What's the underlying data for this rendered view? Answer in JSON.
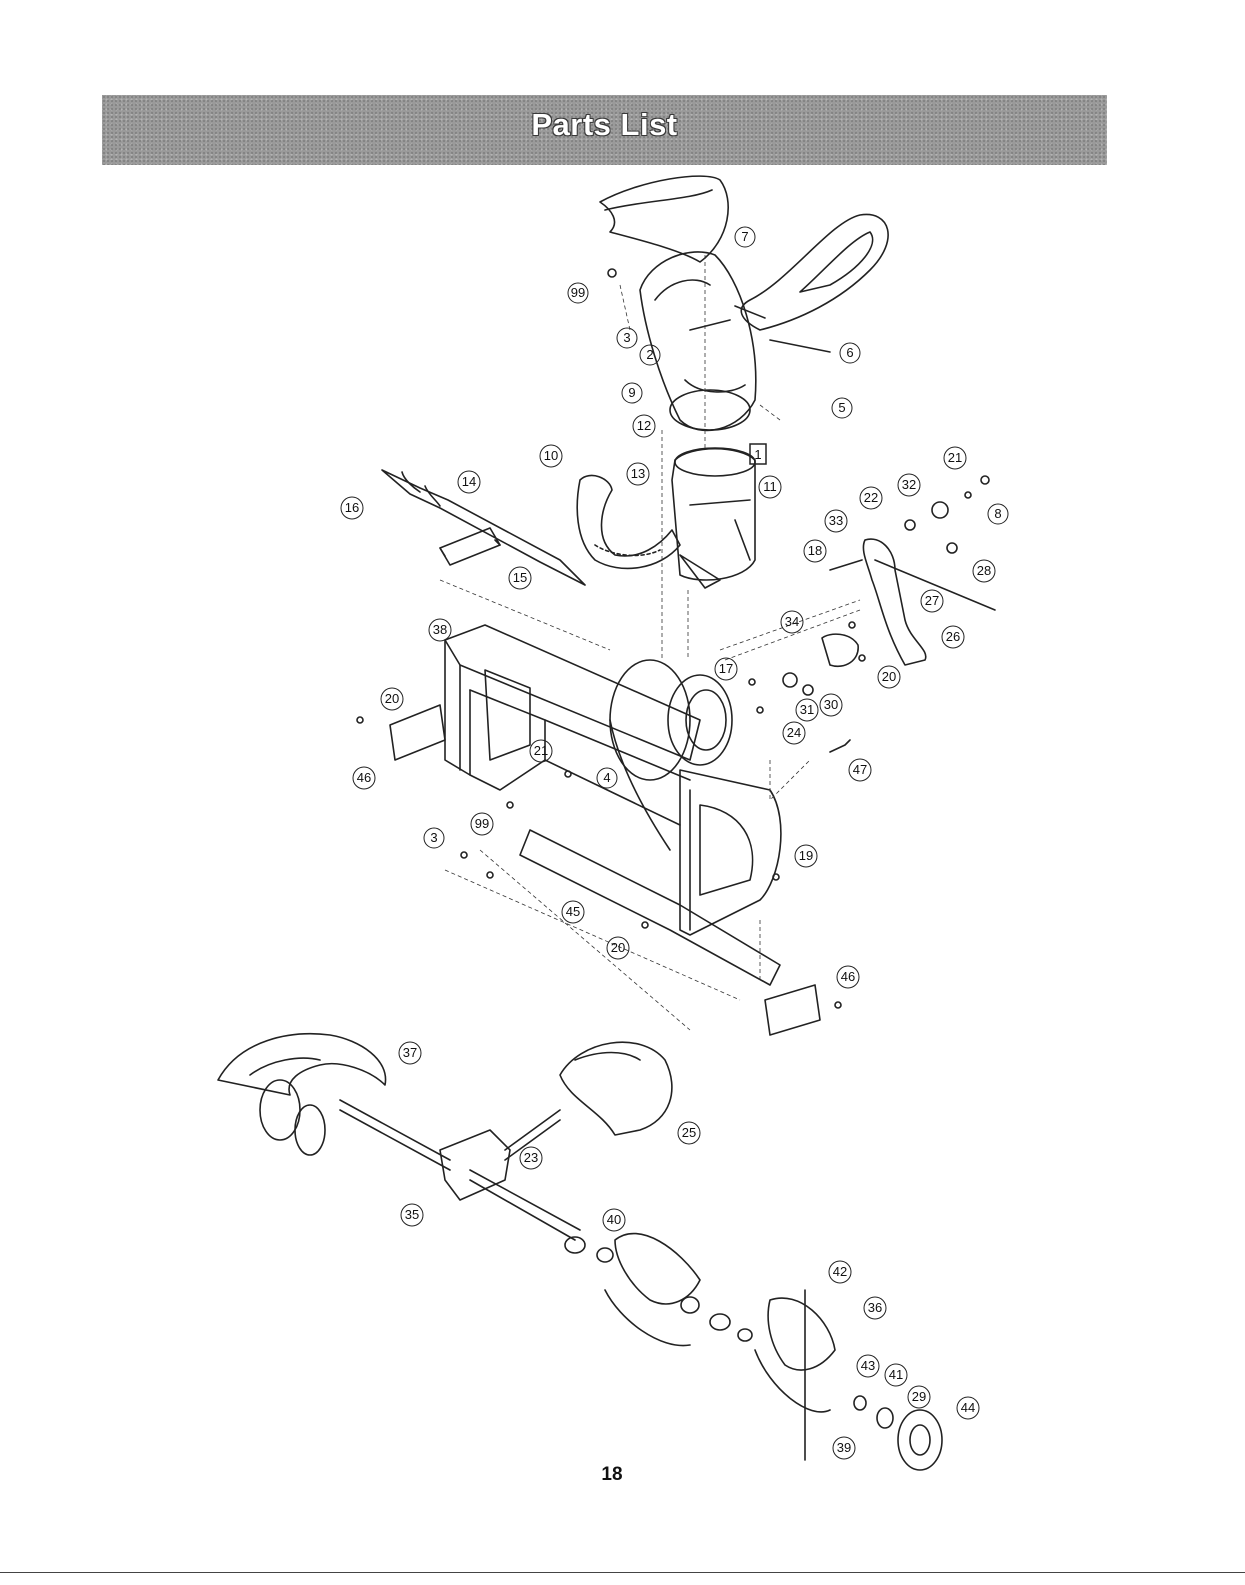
{
  "header": {
    "title": "Parts List"
  },
  "page": {
    "number": "18"
  },
  "diagram": {
    "boxed_label": "1",
    "callouts": [
      {
        "id": "c7",
        "label": "7"
      },
      {
        "id": "c99a",
        "label": "99"
      },
      {
        "id": "c3a",
        "label": "3"
      },
      {
        "id": "c2",
        "label": "2"
      },
      {
        "id": "c6",
        "label": "6"
      },
      {
        "id": "c9",
        "label": "9"
      },
      {
        "id": "c5",
        "label": "5"
      },
      {
        "id": "c12",
        "label": "12"
      },
      {
        "id": "c10",
        "label": "10"
      },
      {
        "id": "c13",
        "label": "13"
      },
      {
        "id": "c11",
        "label": "11"
      },
      {
        "id": "c21a",
        "label": "21"
      },
      {
        "id": "c32",
        "label": "32"
      },
      {
        "id": "c8",
        "label": "8"
      },
      {
        "id": "c22",
        "label": "22"
      },
      {
        "id": "c33",
        "label": "33"
      },
      {
        "id": "c16",
        "label": "16"
      },
      {
        "id": "c14",
        "label": "14"
      },
      {
        "id": "c18",
        "label": "18"
      },
      {
        "id": "c28",
        "label": "28"
      },
      {
        "id": "c15",
        "label": "15"
      },
      {
        "id": "c27",
        "label": "27"
      },
      {
        "id": "c38",
        "label": "38"
      },
      {
        "id": "c34",
        "label": "34"
      },
      {
        "id": "c26",
        "label": "26"
      },
      {
        "id": "c17",
        "label": "17"
      },
      {
        "id": "c20a",
        "label": "20"
      },
      {
        "id": "c20b",
        "label": "20"
      },
      {
        "id": "c30",
        "label": "30"
      },
      {
        "id": "c31",
        "label": "31"
      },
      {
        "id": "c24",
        "label": "24"
      },
      {
        "id": "c21b",
        "label": "21"
      },
      {
        "id": "c4",
        "label": "4"
      },
      {
        "id": "c46a",
        "label": "46"
      },
      {
        "id": "c47",
        "label": "47"
      },
      {
        "id": "c99b",
        "label": "99"
      },
      {
        "id": "c3b",
        "label": "3"
      },
      {
        "id": "c19",
        "label": "19"
      },
      {
        "id": "c45",
        "label": "45"
      },
      {
        "id": "c20c",
        "label": "20"
      },
      {
        "id": "c46b",
        "label": "46"
      },
      {
        "id": "c37",
        "label": "37"
      },
      {
        "id": "c25",
        "label": "25"
      },
      {
        "id": "c23",
        "label": "23"
      },
      {
        "id": "c35",
        "label": "35"
      },
      {
        "id": "c40",
        "label": "40"
      },
      {
        "id": "c42",
        "label": "42"
      },
      {
        "id": "c36",
        "label": "36"
      },
      {
        "id": "c43",
        "label": "43"
      },
      {
        "id": "c41",
        "label": "41"
      },
      {
        "id": "c29",
        "label": "29"
      },
      {
        "id": "c44",
        "label": "44"
      },
      {
        "id": "c39",
        "label": "39"
      }
    ]
  },
  "colors": {
    "banner": "#9a9a9a",
    "banner_text": "#ffffff",
    "line": "#222222"
  }
}
